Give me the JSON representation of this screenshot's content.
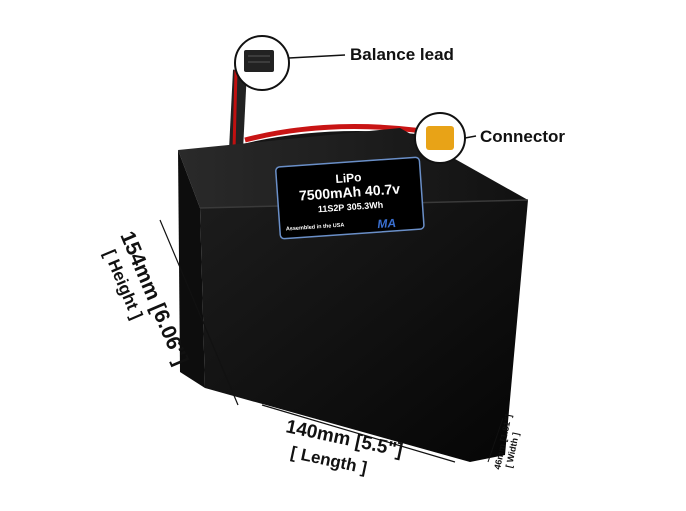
{
  "callouts": {
    "balance_lead": "Balance lead",
    "connector": "Connector"
  },
  "battery_label": {
    "chemistry": "LiPo",
    "capacity_voltage": "7500mAh 40.7v",
    "config_energy": "11S2P 305.3Wh",
    "assembled": "Assembled in the USA",
    "logo": "MA"
  },
  "dimensions": {
    "height": "154mm [6.06\"]",
    "height_label": "[ Height ]",
    "length": "140mm [5.5\"]",
    "length_label": "[ Length ]",
    "width": "46mm [1.81\"]",
    "width_label": "[ Width ]"
  },
  "colors": {
    "battery": "#0b0b0b",
    "label_border": "#6a8fc8",
    "wire_red": "#d01818",
    "connector": "#e8a317"
  }
}
